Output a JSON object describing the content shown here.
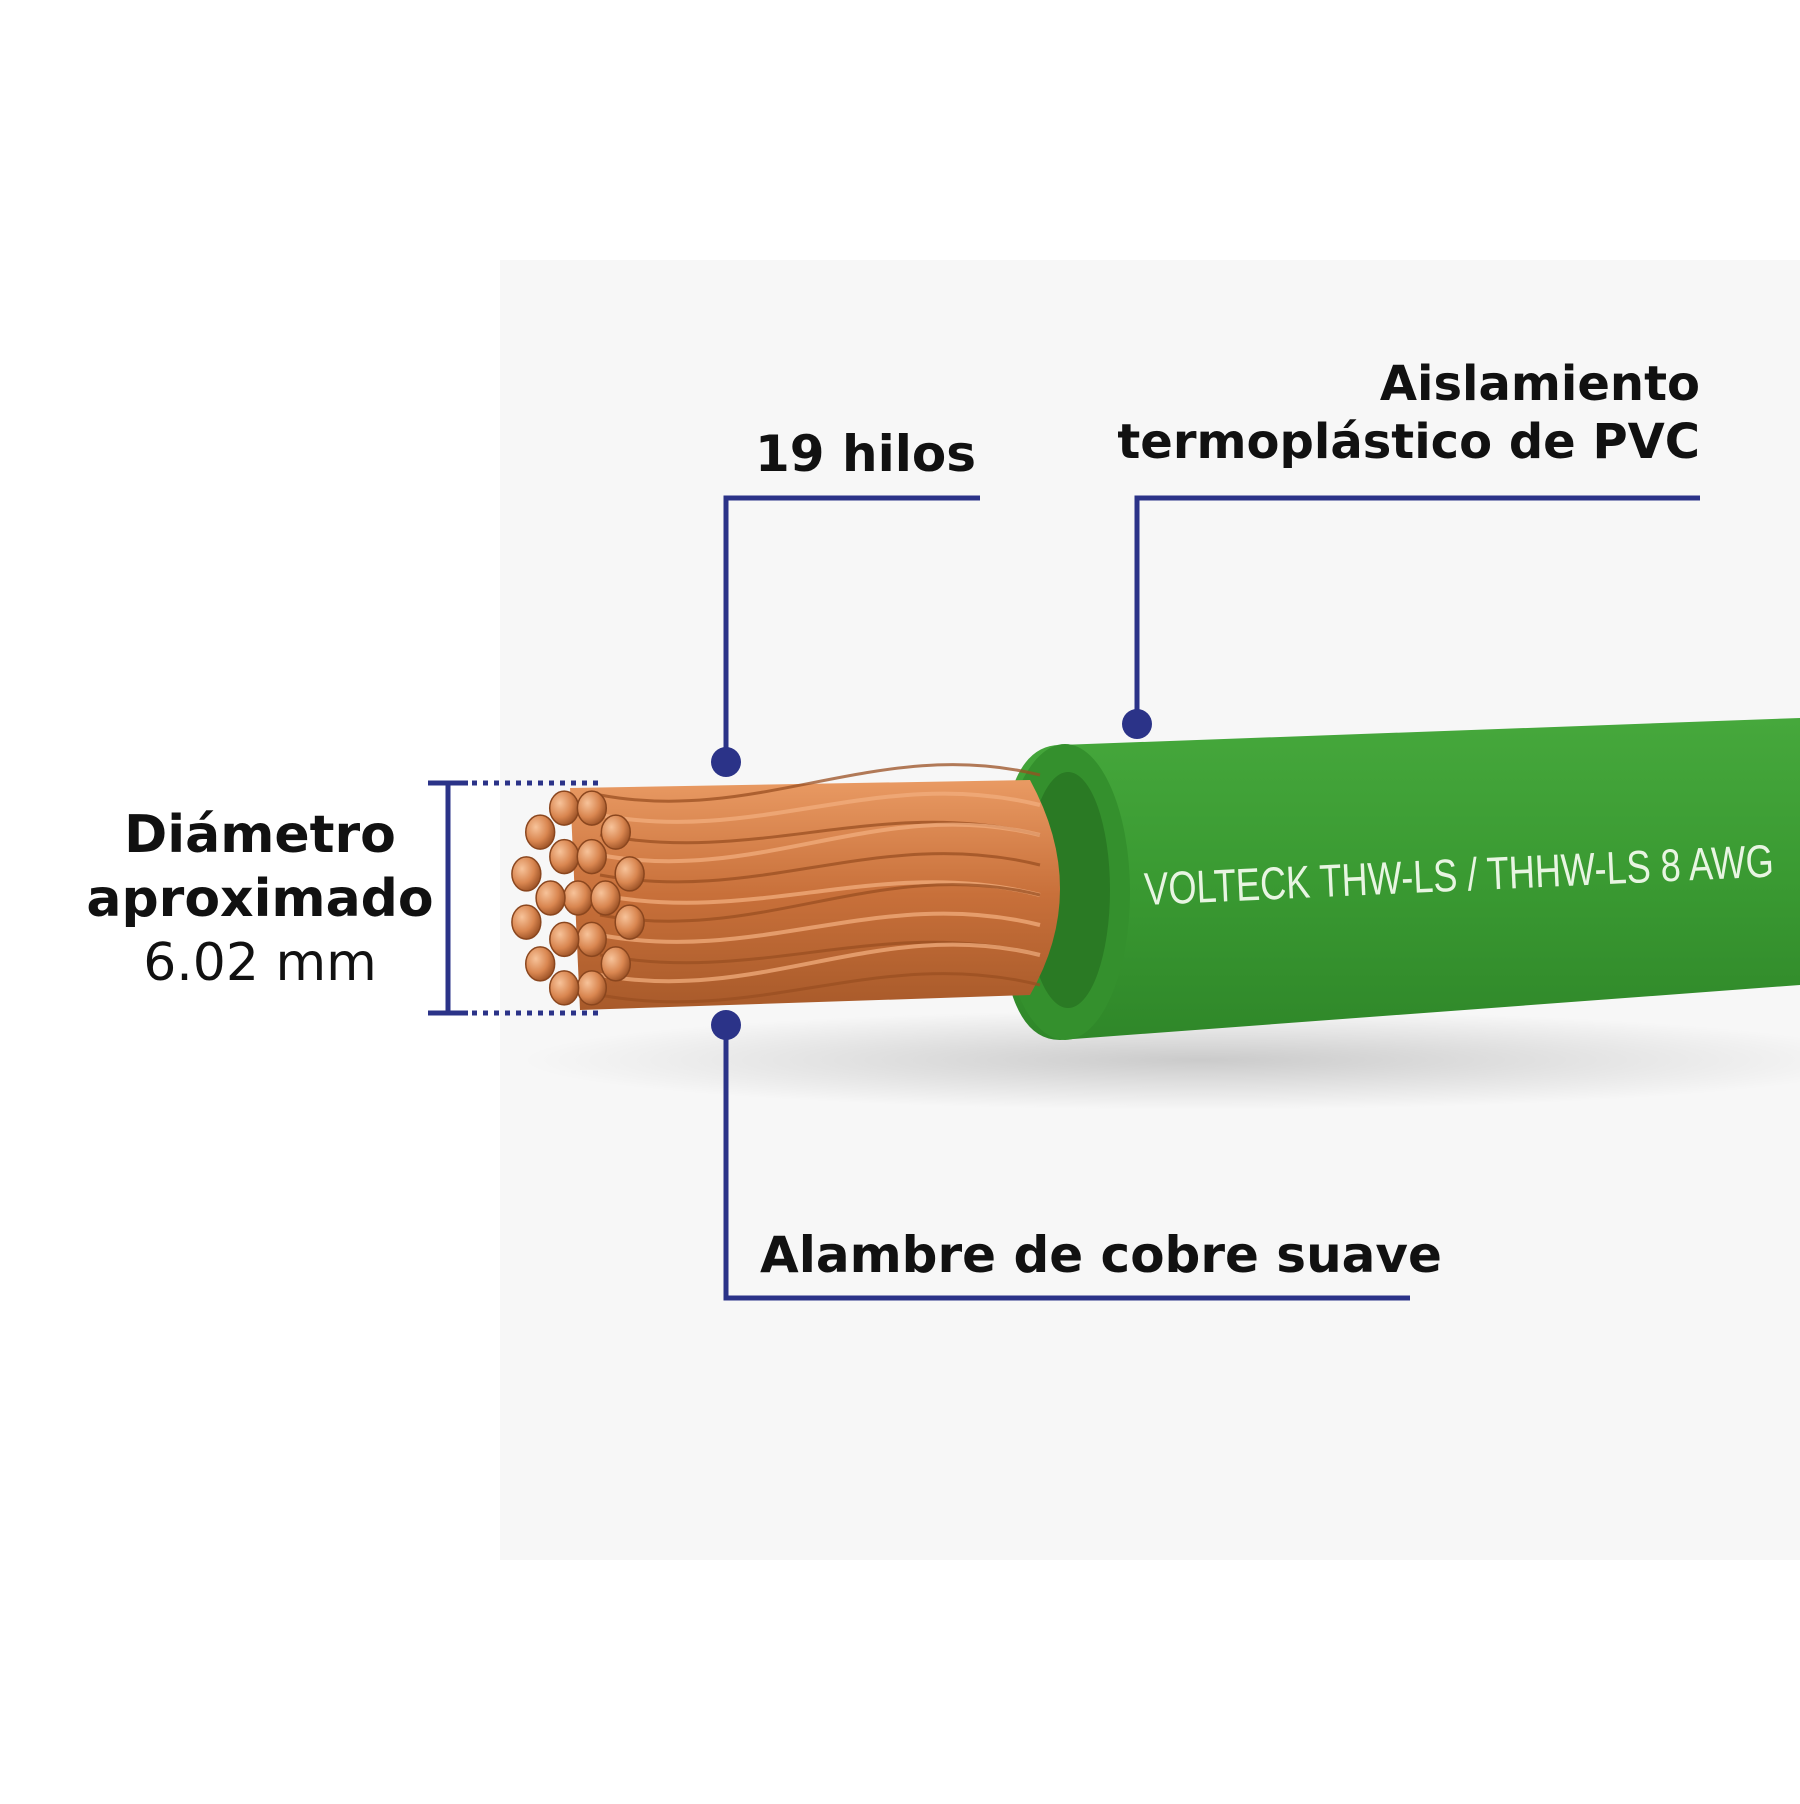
{
  "labels": {
    "strands": "19 hilos",
    "insulation_line1": "Aislamiento",
    "insulation_line2": "termoplástico de PVC",
    "conductor": "Alambre de cobre suave",
    "diameter_line1": "Diámetro",
    "diameter_line2": "aproximado",
    "diameter_value": "6.02 mm"
  },
  "cable_print": "VOLTECK  THW-LS / THHW-LS  8  AWG",
  "colors": {
    "leader": "#2b3388",
    "insulation": "#3a9a32",
    "insulation_dark": "#2b7d25",
    "copper": "#c8703a",
    "copper_light": "#f0a673",
    "print": "#e8f5e2",
    "backdrop": "#f7f7f7"
  }
}
